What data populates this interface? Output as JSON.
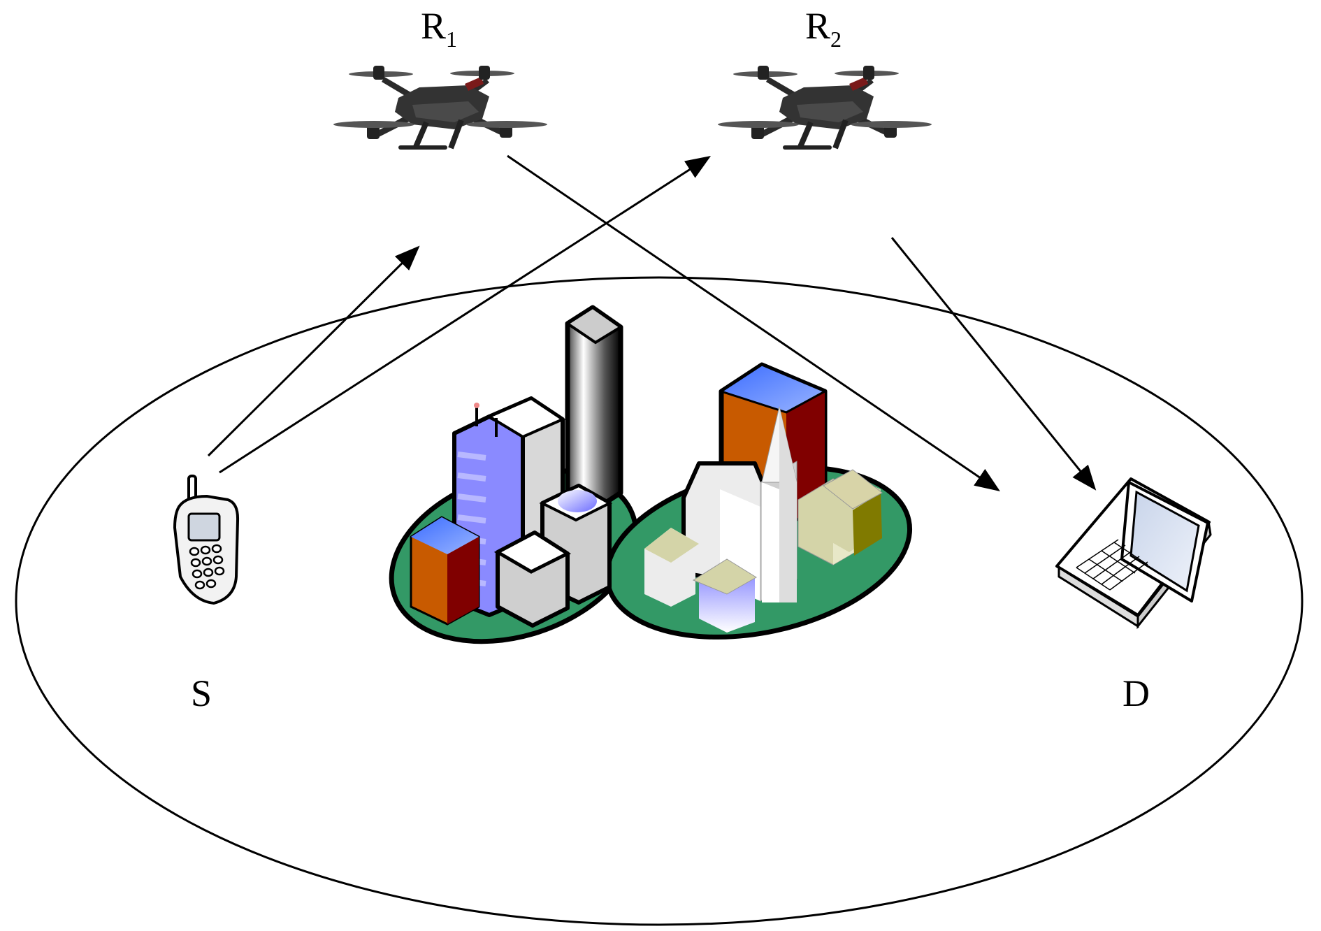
{
  "nodes": {
    "source": {
      "label": "S",
      "icon": "mobile-phone-icon"
    },
    "relay1": {
      "label": "R",
      "subscript": "1",
      "icon": "drone-icon"
    },
    "relay2": {
      "label": "R",
      "subscript": "2",
      "icon": "drone-icon"
    },
    "destination": {
      "label": "D",
      "icon": "laptop-icon"
    },
    "obstacle": {
      "icon": "city-buildings-icon"
    }
  },
  "links": [
    {
      "from": "source",
      "to": "relay1"
    },
    {
      "from": "source",
      "to": "relay2"
    },
    {
      "from": "relay1",
      "to": "destination"
    },
    {
      "from": "relay2",
      "to": "destination"
    }
  ],
  "colors": {
    "line": "#000000",
    "ground": "#339966",
    "roof_blue": "#4a78ff",
    "wall_orange": "#c85a00",
    "wall_red": "#800000",
    "tower_lavender": "#8a8aff",
    "drone_body": "#333333"
  }
}
